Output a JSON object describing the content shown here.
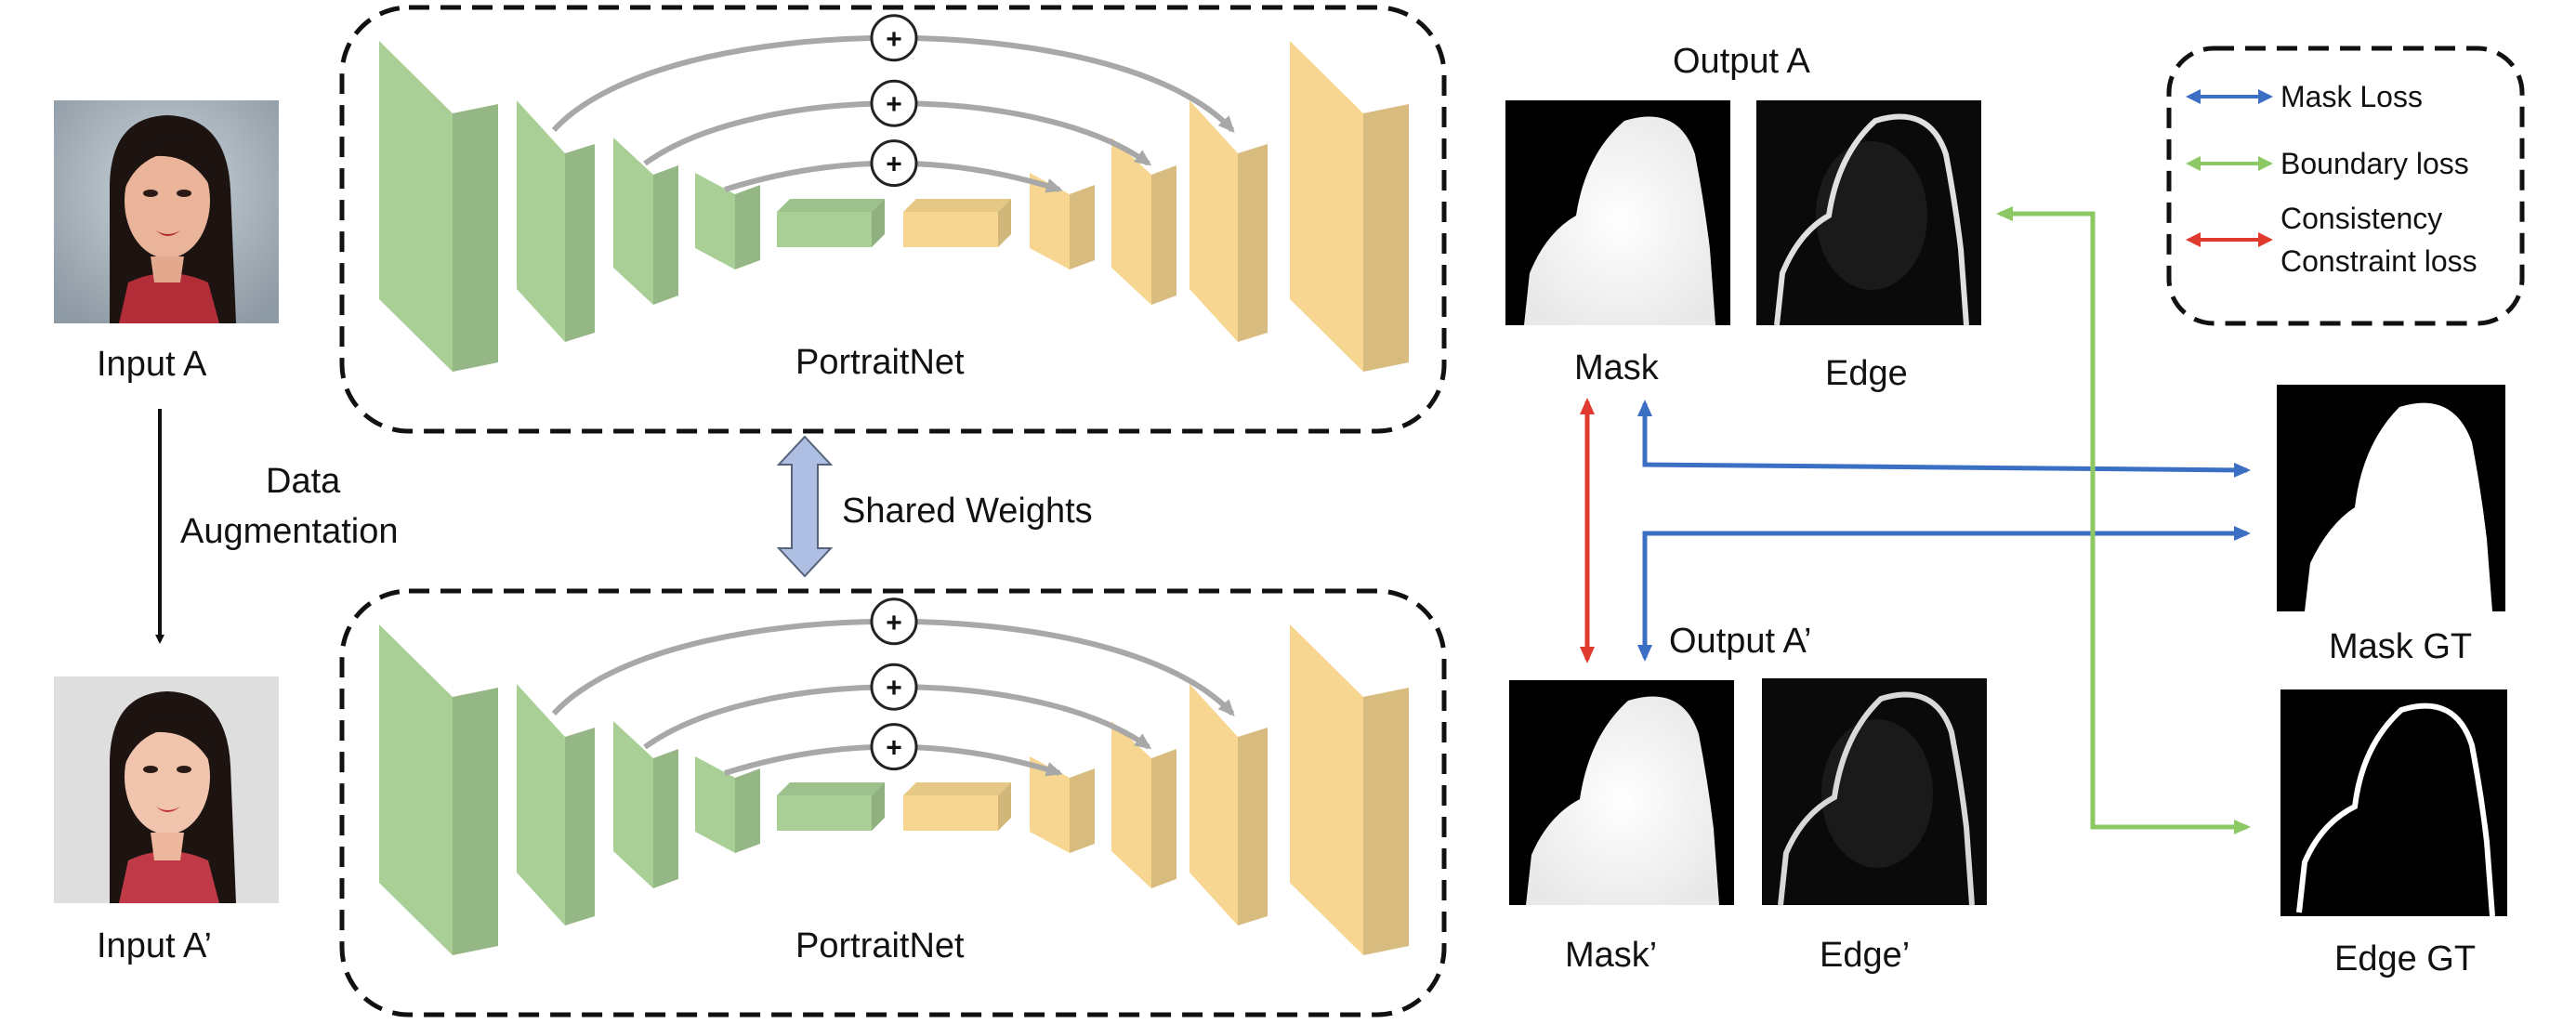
{
  "inputs": {
    "input_a_label": "Input A",
    "input_a_prime_label": "Input A’"
  },
  "augmentation": {
    "line1": "Data",
    "line2": "Augmentation"
  },
  "network": {
    "top_label": "PortraitNet",
    "bottom_label": "PortraitNet",
    "shared_label": "Shared Weights",
    "plus_symbol": "+"
  },
  "outputs": {
    "output_a_title": "Output A",
    "output_a_prime_title": "Output A’",
    "mask_label": "Mask",
    "edge_label": "Edge",
    "mask_prime_label": "Mask’",
    "edge_prime_label": "Edge’"
  },
  "ground_truth": {
    "mask_gt_label": "Mask GT",
    "edge_gt_label": "Edge GT"
  },
  "legend": {
    "items": [
      {
        "line1": "Mask Loss",
        "line2": "",
        "color": "#3a6fc4",
        "icon": "double-arrow-icon"
      },
      {
        "line1": "Boundary loss",
        "line2": "",
        "color": "#8cc864",
        "icon": "double-arrow-icon"
      },
      {
        "line1": "Consistency",
        "line2": "Constraint loss",
        "color": "#e03a2e",
        "icon": "double-arrow-icon"
      }
    ]
  },
  "colors": {
    "encoder_green": "#a9cf97",
    "decoder_yellow": "#f6d690",
    "skip_gray": "#a8a8a8",
    "shared_arrow_blue": "#aebfe3",
    "mask_loss_blue": "#3a6fc4",
    "boundary_loss_green": "#8cc864",
    "consistency_red": "#e03a2e"
  }
}
